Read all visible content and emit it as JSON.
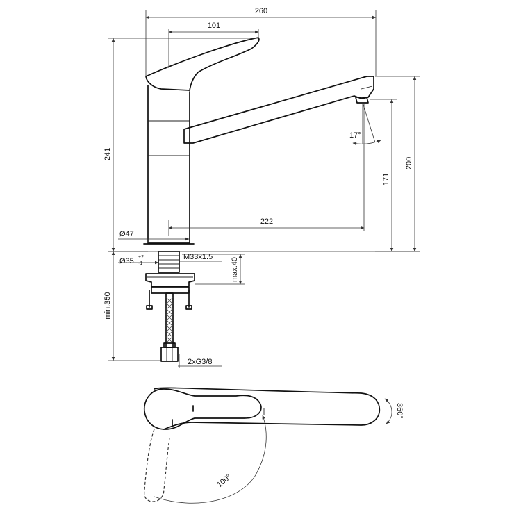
{
  "dimensions": {
    "total_width": "260",
    "handle_length": "101",
    "total_height": "241",
    "spout_height": "200",
    "outlet_height": "171",
    "spout_reach": "222",
    "body_diameter": "Ø47",
    "hole_diameter": "Ø35",
    "hole_tolerance_upper": "+2",
    "hole_tolerance_lower": "-1",
    "thread": "M33x1.5",
    "max_deck_thickness": "max.40",
    "min_hose_length": "min.350",
    "connections": "2xG3/8"
  },
  "angles": {
    "aerator_tilt": "17°",
    "spout_swivel": "360°",
    "handle_rotation": "100°"
  }
}
